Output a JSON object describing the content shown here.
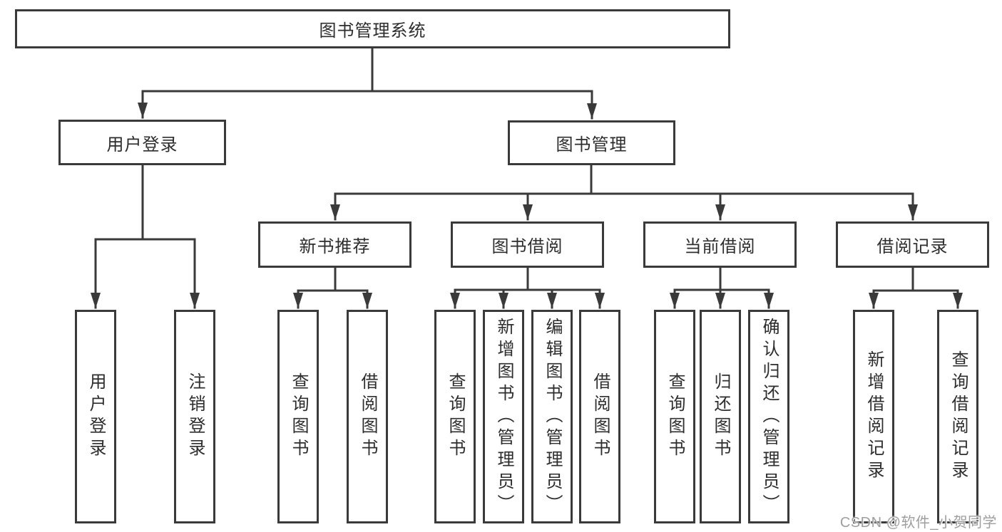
{
  "tree": {
    "root": {
      "label": "图书管理系统"
    },
    "branches": [
      {
        "label": "用户登录",
        "children": [
          {
            "label": "用户登录"
          },
          {
            "label": "注销登录"
          }
        ]
      },
      {
        "label": "图书管理",
        "groups": [
          {
            "label": "新书推荐",
            "children": [
              {
                "label": "查询图书"
              },
              {
                "label": "借阅图书"
              }
            ]
          },
          {
            "label": "图书借阅",
            "children": [
              {
                "label": "查询图书"
              },
              {
                "label": "新增图书（管理员）"
              },
              {
                "label": "编辑图书（管理员）"
              },
              {
                "label": "借阅图书"
              }
            ]
          },
          {
            "label": "当前借阅",
            "children": [
              {
                "label": "查询图书"
              },
              {
                "label": "归还图书"
              },
              {
                "label": "确认归还（管理员）"
              }
            ]
          },
          {
            "label": "借阅记录",
            "children": [
              {
                "label": "新增借阅记录"
              },
              {
                "label": "查询借阅记录"
              }
            ]
          }
        ]
      }
    ]
  },
  "watermark": "CSDN @软件_小贺同学",
  "colors": {
    "line": "#3a3a3a",
    "text": "#2d2d2d",
    "watermark": "#9e9e9e",
    "background": "#ffffff"
  }
}
